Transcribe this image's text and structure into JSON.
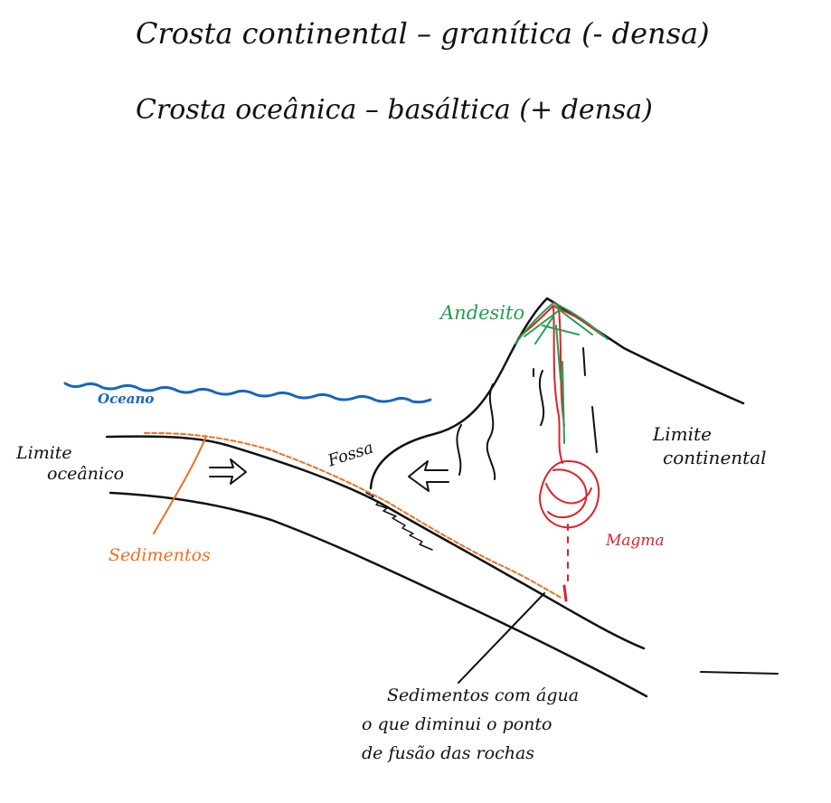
{
  "title_lines": {
    "continental": "Crosta continental – granítica (- densa)",
    "oceanic": "Crosta oceânica – basáltica (+ densa)"
  },
  "labels": {
    "ocean": "Oceano",
    "oceanic_limit_1": "Limite",
    "oceanic_limit_2": "oceânico",
    "sediments": "Sedimentos",
    "trench": "Fossa",
    "andesite": "Andesito",
    "magma": "Magma",
    "continental_limit_1": "Limite",
    "continental_limit_2": "continental",
    "note_1": "Sedimentos com água",
    "note_2": "o que diminui o ponto",
    "note_3": "de fusão das rochas"
  },
  "colors": {
    "ink": "#111111",
    "ocean": "#1565c0",
    "sediment": "#f07020",
    "andesite": "#1fa050",
    "magma": "#e0202a"
  }
}
